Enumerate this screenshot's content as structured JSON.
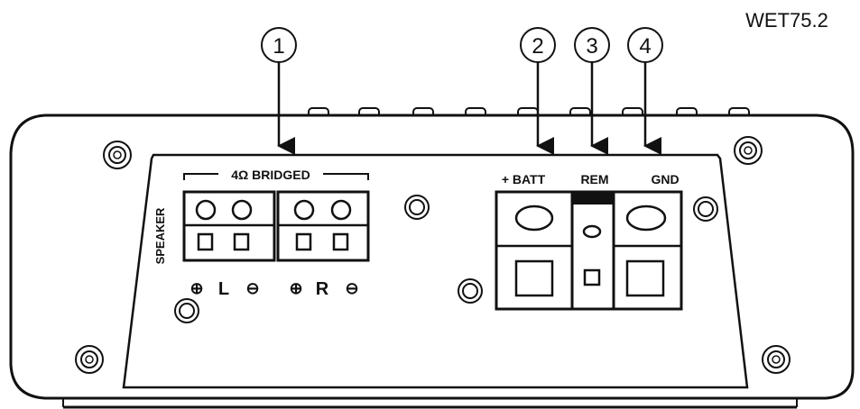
{
  "figure_id": "WET75.2",
  "callouts": [
    "1",
    "2",
    "3",
    "4"
  ],
  "speaker": {
    "bridged_label": "4Ω  BRIDGED",
    "side_label": "SPEAKER",
    "left": {
      "plus": "⊕",
      "label": "L",
      "minus": "⊖"
    },
    "right": {
      "plus": "⊕",
      "label": "R",
      "minus": "⊖"
    }
  },
  "power": {
    "batt_label": "+ BATT",
    "rem_label": "REM",
    "gnd_label": "GND"
  }
}
